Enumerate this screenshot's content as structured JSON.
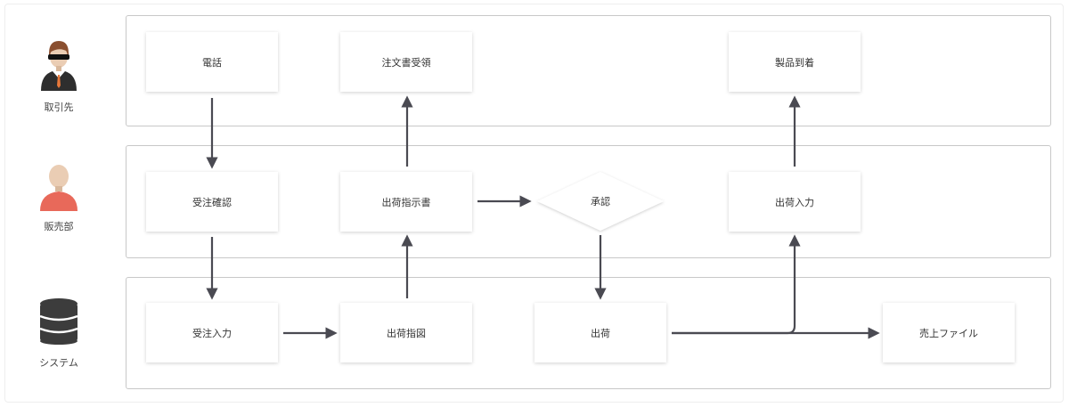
{
  "colors": {
    "arrow": "#4a4a52",
    "lane_border": "#c8c8c8",
    "person_skin": "#eacdb4",
    "person_shirt": "#e8695a",
    "database": "#3c3c3c"
  },
  "lanes": [
    {
      "id": "client",
      "label": "取引先",
      "icon": "client-person-icon"
    },
    {
      "id": "sales",
      "label": "販売部",
      "icon": "sales-person-icon"
    },
    {
      "id": "system",
      "label": "システム",
      "icon": "database-icon"
    }
  ],
  "nodes": {
    "denwa": "電話",
    "chumonsho_juryo": "注文書受領",
    "seihin_tochaku": "製品到着",
    "juchu_kakunin": "受注確認",
    "shukka_shijisho": "出荷指示書",
    "shonin": "承認",
    "shukka_nyuryoku_sales": "出荷入力",
    "juchu_nyuryoku": "受注入力",
    "shukka_shizu": "出荷指図",
    "shukka": "出荷",
    "uriage_file": "売上ファイル"
  }
}
